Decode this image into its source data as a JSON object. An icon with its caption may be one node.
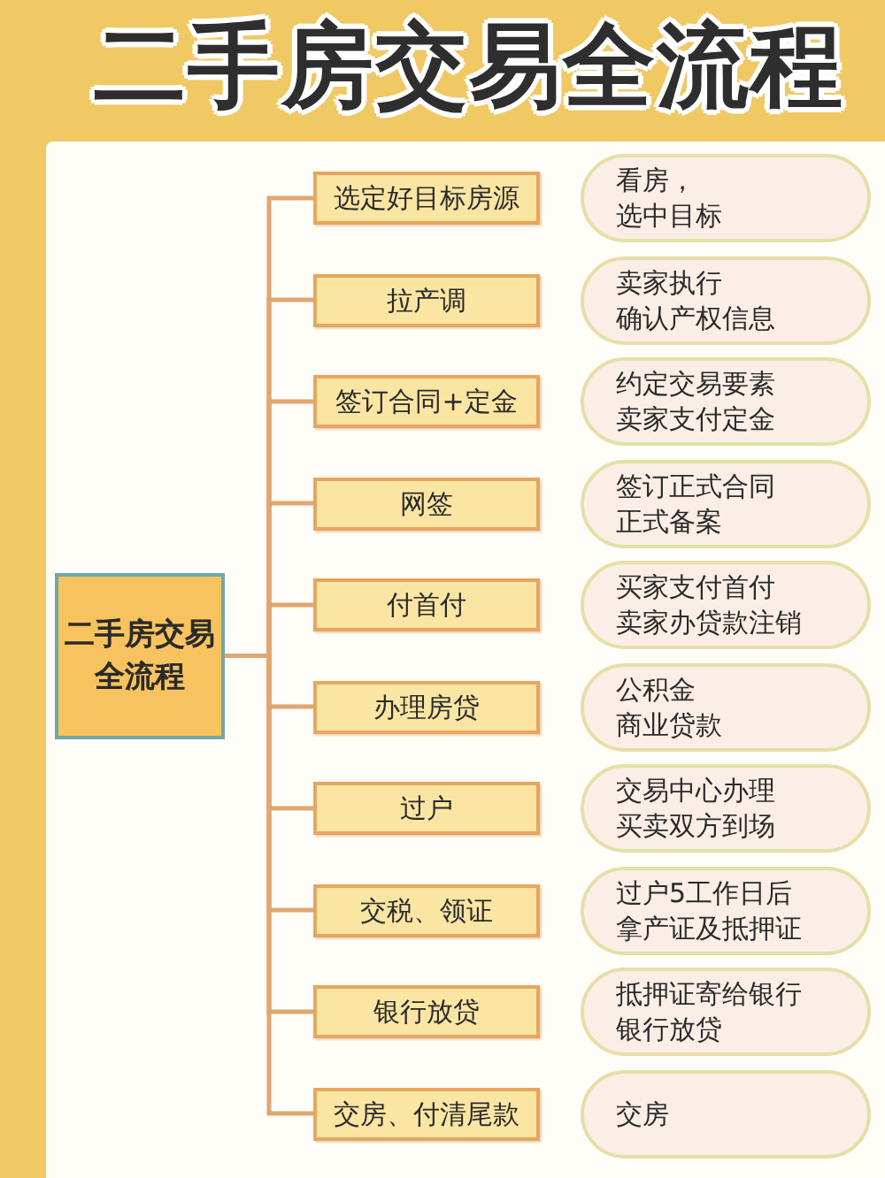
{
  "diagram": {
    "title": "二手房交易全流程",
    "nodes": [
      {
        "text": [
          "二手房交易全流程"
        ]
      },
      {
        "text": [
          "选定好目标房源"
        ]
      },
      {
        "text": [
          "看房，",
          "选中目标"
        ]
      },
      {
        "text": [
          "拉产调"
        ]
      },
      {
        "text": [
          "卖家执行",
          "确认产权信息"
        ]
      },
      {
        "text": [
          "签订合同+定金"
        ]
      },
      {
        "text": [
          "约定交易要素",
          "卖家支付定金"
        ]
      },
      {
        "text": [
          "网签"
        ]
      },
      {
        "text": [
          "签订正式合同",
          "正式备案"
        ]
      },
      {
        "text": [
          "付首付"
        ]
      },
      {
        "text": [
          "买家支付首付",
          "卖家办贷款注销"
        ]
      },
      {
        "text": [
          "办理房贷"
        ]
      },
      {
        "text": [
          "公积金",
          "商业贷款"
        ]
      },
      {
        "text": [
          "过户"
        ]
      },
      {
        "text": [
          "交易中心办理",
          "买卖双方到场"
        ]
      },
      {
        "text": [
          "交税、领证"
        ]
      },
      {
        "text": [
          "过户5工作日后",
          "拿产证及抵押证"
        ]
      },
      {
        "text": [
          "银行放贷"
        ]
      },
      {
        "text": [
          "抵押证寄给银行",
          "银行放贷"
        ]
      },
      {
        "text": [
          "交房、付清尾款"
        ]
      },
      {
        "text": [
          "交房"
        ]
      }
    ],
    "edges": [
      {
        "from": 0,
        "to": 1,
        "arrow": "none"
      },
      {
        "from": 0,
        "to": 3,
        "arrow": "none"
      },
      {
        "from": 0,
        "to": 5,
        "arrow": "none"
      },
      {
        "from": 0,
        "to": 7,
        "arrow": "none"
      },
      {
        "from": 0,
        "to": 9,
        "arrow": "none"
      },
      {
        "from": 0,
        "to": 11,
        "arrow": "none"
      },
      {
        "from": 0,
        "to": 13,
        "arrow": "none"
      },
      {
        "from": 0,
        "to": 15,
        "arrow": "none"
      },
      {
        "from": 0,
        "to": 17,
        "arrow": "none"
      },
      {
        "from": 0,
        "to": 19,
        "arrow": "none"
      }
    ]
  }
}
